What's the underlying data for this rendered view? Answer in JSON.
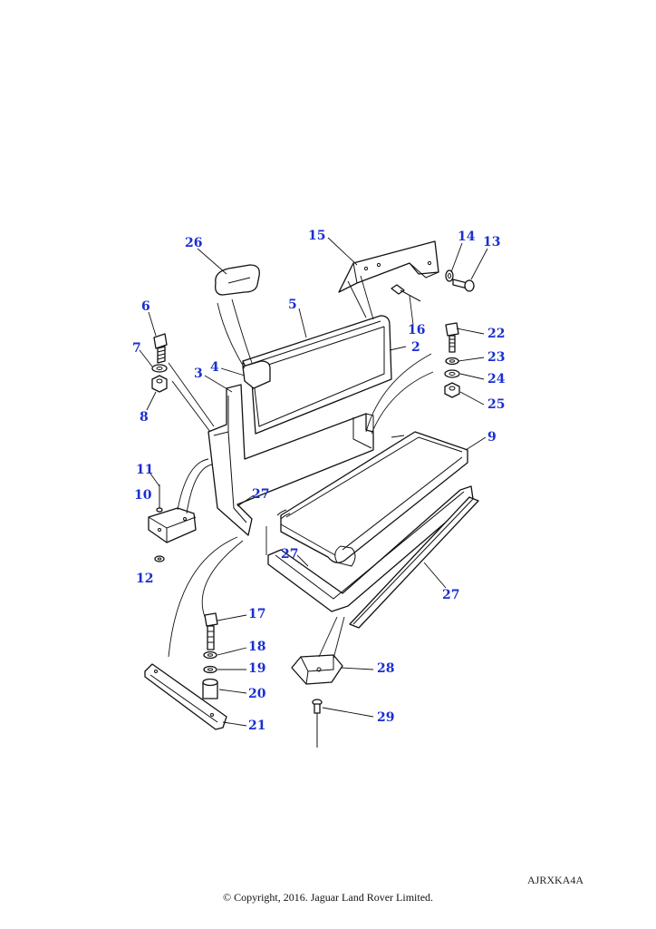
{
  "diagram": {
    "callouts": [
      {
        "id": "c26",
        "label": "26"
      },
      {
        "id": "c15",
        "label": "15"
      },
      {
        "id": "c14",
        "label": "14"
      },
      {
        "id": "c13",
        "label": "13"
      },
      {
        "id": "c6",
        "label": "6"
      },
      {
        "id": "c5",
        "label": "5"
      },
      {
        "id": "c16",
        "label": "16"
      },
      {
        "id": "c22",
        "label": "22"
      },
      {
        "id": "c7",
        "label": "7"
      },
      {
        "id": "c2",
        "label": "2"
      },
      {
        "id": "c23",
        "label": "23"
      },
      {
        "id": "c3",
        "label": "3"
      },
      {
        "id": "c4",
        "label": "4"
      },
      {
        "id": "c24",
        "label": "24"
      },
      {
        "id": "c8",
        "label": "8"
      },
      {
        "id": "c25",
        "label": "25"
      },
      {
        "id": "c9",
        "label": "9"
      },
      {
        "id": "c11",
        "label": "11"
      },
      {
        "id": "c10",
        "label": "10"
      },
      {
        "id": "c27a",
        "label": "27"
      },
      {
        "id": "c27b",
        "label": "27"
      },
      {
        "id": "c12",
        "label": "12"
      },
      {
        "id": "c27c",
        "label": "27"
      },
      {
        "id": "c17",
        "label": "17"
      },
      {
        "id": "c18",
        "label": "18"
      },
      {
        "id": "c28",
        "label": "28"
      },
      {
        "id": "c19",
        "label": "19"
      },
      {
        "id": "c20",
        "label": "20"
      },
      {
        "id": "c29",
        "label": "29"
      },
      {
        "id": "c21",
        "label": "21"
      }
    ]
  },
  "reference_code": "AJRXKA4A",
  "copyright": "© Copyright, 2016. Jaguar Land Rover Limited."
}
